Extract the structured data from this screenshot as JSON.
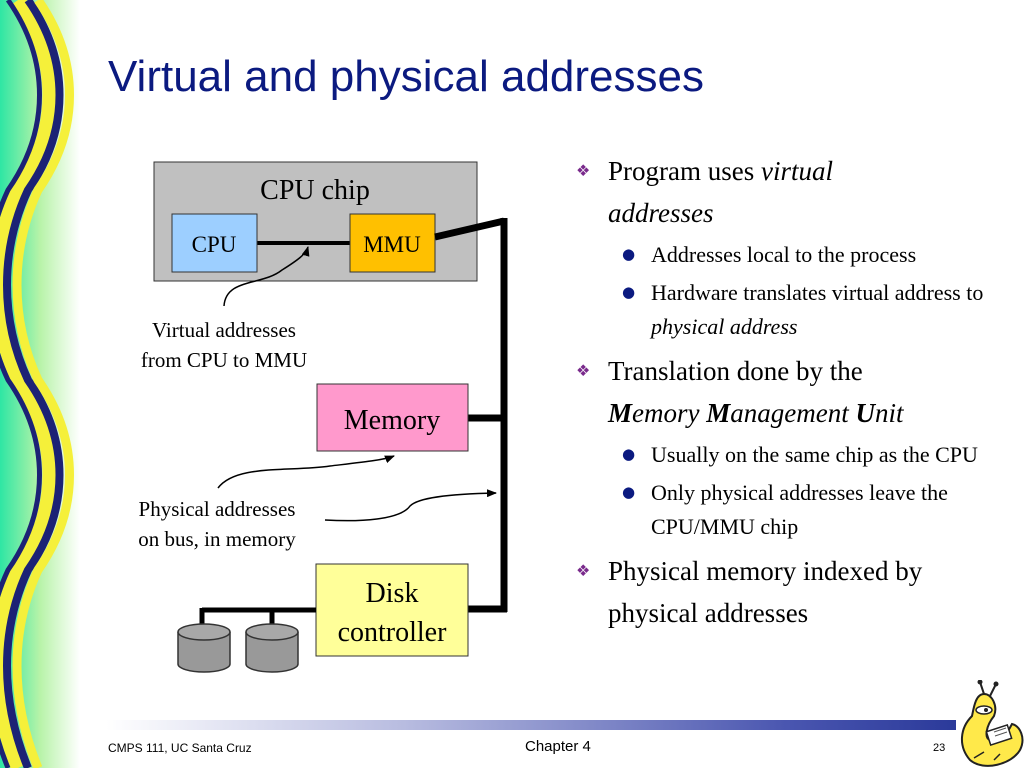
{
  "slide": {
    "title": "Virtual and physical addresses"
  },
  "diagram": {
    "cpu_chip_label": "CPU chip",
    "cpu_label": "CPU",
    "mmu_label": "MMU",
    "memory_label": "Memory",
    "disk_controller_line1": "Disk",
    "disk_controller_line2": "controller",
    "virtual_addr_line1": "Virtual addresses",
    "virtual_addr_line2": "from CPU to MMU",
    "physical_addr_line1": "Physical addresses",
    "physical_addr_line2": "on bus, in memory"
  },
  "bullets": {
    "b1_text": "Program uses ",
    "b1_italic1": "virtual",
    "b1_italic2": "addresses",
    "b1_sub1": "Addresses local to the process",
    "b1_sub2_text": "Hardware translates virtual address to ",
    "b1_sub2_italic": "physical address",
    "b2_text": "Translation done by the",
    "b2_M1": "M",
    "b2_emory": "emory ",
    "b2_M2": "M",
    "b2_anagement": "anagement ",
    "b2_U": "U",
    "b2_nit": "nit",
    "b2_sub1": "Usually on the same chip as the CPU",
    "b2_sub2": "Only physical addresses leave the CPU/MMU chip",
    "b3_text": "Physical memory indexed by physical addresses"
  },
  "footer": {
    "left": "CMPS 111, UC Santa Cruz",
    "center": "Chapter 4",
    "page_number": "23"
  },
  "colors": {
    "title": "#0b1a80",
    "cpu_box": "#9dcfff",
    "mmu_box": "#ffc000",
    "memory_box": "#ff99cc",
    "disk_controller_box": "#ffff99",
    "chip_box": "#c0c0c0",
    "bullet_diamond": "#7a2b8c"
  },
  "icons": {
    "bullet_major": "diamond-cluster-icon",
    "bullet_minor": "dot-icon",
    "mascot": "banana-slug-icon",
    "disk": "disk-cylinder-icon"
  }
}
